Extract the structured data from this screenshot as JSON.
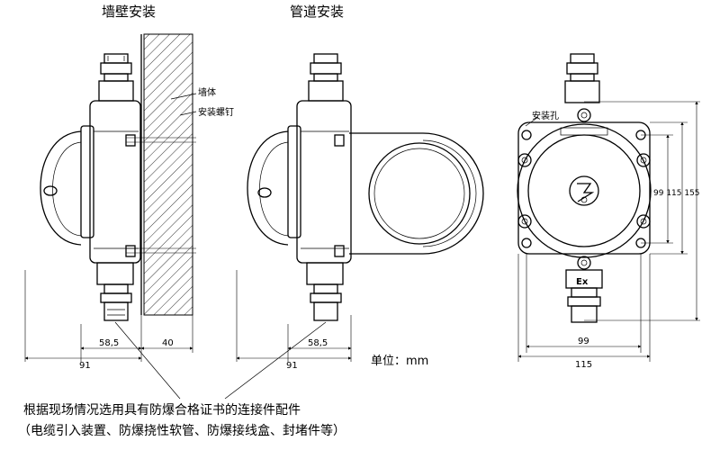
{
  "titles": {
    "wall_mount": "墙壁安装",
    "pipe_mount": "管道安装"
  },
  "labels": {
    "wall_body": "墙体",
    "mount_screw": "安装螺钉",
    "mount_hole": "安装孔",
    "unit": "单位：mm",
    "ex_mark": "Ex"
  },
  "dimensions": {
    "wall_58_5": "58,5",
    "wall_40": "40",
    "wall_91": "91",
    "pipe_58_5": "58,5",
    "pipe_91": "91",
    "front_99_bottom": "99",
    "front_115_bottom": "115",
    "front_side": "99 115 155"
  },
  "notes": {
    "line1": "根据现场情况选用具有防爆合格证书的连接件配件",
    "line2": "（电缆引入装置、防爆挠性软管、防爆接线盒、封堵件等）"
  }
}
